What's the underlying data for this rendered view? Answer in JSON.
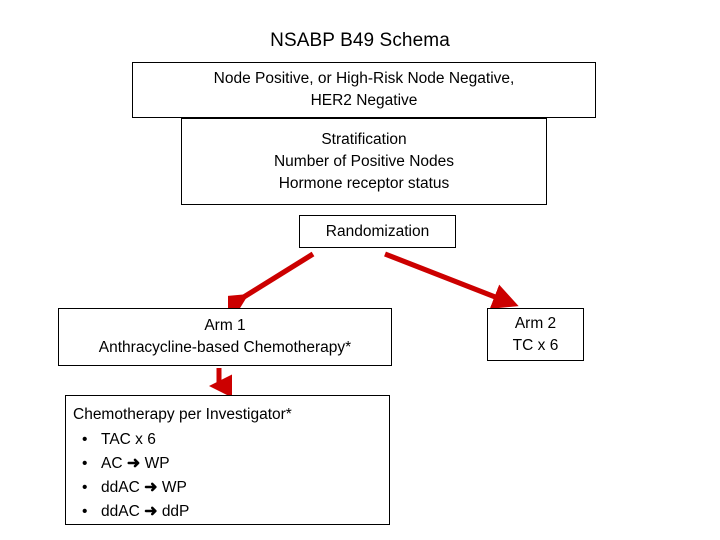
{
  "title": "NSABP B49 Schema",
  "colors": {
    "arrow_red": "#CC0000",
    "box_border": "#000000",
    "background": "#FFFFFF",
    "text": "#000000"
  },
  "eligibility_box": {
    "line1": "Node Positive, or High-Risk Node Negative,",
    "line2": "HER2 Negative"
  },
  "stratification_box": {
    "line1": "Stratification",
    "line2": "Number of Positive Nodes",
    "line3": "Hormone receptor status"
  },
  "randomization_box": {
    "label": "Randomization"
  },
  "arm1_box": {
    "line1": "Arm 1",
    "line2": "Anthracycline-based Chemotherapy*"
  },
  "arm2_box": {
    "line1": "Arm 2",
    "line2": "TC x 6"
  },
  "chemo_detail_box": {
    "heading": "Chemotherapy per Investigator*",
    "bullet_glyph": "•",
    "arrow_glyph": "➜",
    "items": [
      {
        "pre": "TAC x 6",
        "arrow": "",
        "post": ""
      },
      {
        "pre": "AC",
        "arrow": "➜",
        "post": "WP"
      },
      {
        "pre": "ddAC",
        "arrow": "➜",
        "post": "WP"
      },
      {
        "pre": "ddAC",
        "arrow": "➜",
        "post": "ddP"
      }
    ]
  },
  "arrows": [
    {
      "name": "randomization-to-arm1",
      "direction": "down-left"
    },
    {
      "name": "randomization-to-arm2",
      "direction": "down-right"
    },
    {
      "name": "arm1-to-chemo-detail",
      "direction": "down"
    }
  ]
}
